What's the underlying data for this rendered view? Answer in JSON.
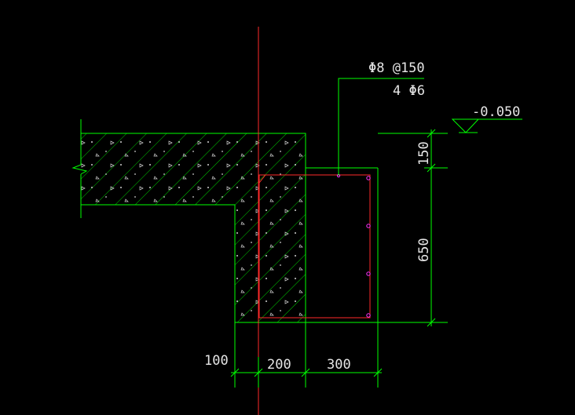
{
  "annotations": {
    "stirrup": "Φ8 @150",
    "longitudinal_bars": "4 Φ6",
    "elevation": "-0.050"
  },
  "dimensions": {
    "top_height": "150",
    "main_height": "650",
    "offset_left": "100",
    "wall_width": "200",
    "beam_width": "300"
  },
  "colors": {
    "background": "#000000",
    "outline": "#00ff00",
    "centerline": "#ff2a2a",
    "rebar_dot": "#ff33ff",
    "text": "#e6e6e6"
  }
}
